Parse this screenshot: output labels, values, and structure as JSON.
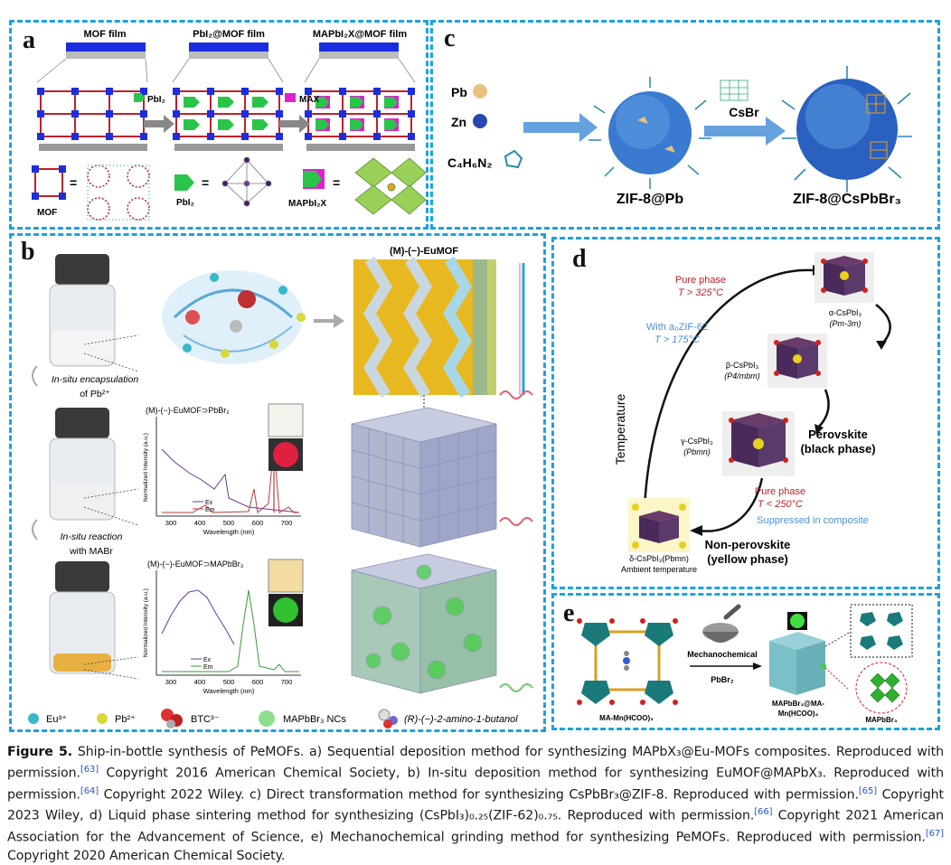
{
  "panel_a": {
    "label": "a",
    "films": [
      "MOF film",
      "PbI₂@MOF film",
      "MAPbI₂X@MOF film"
    ],
    "arrow1": "PbI₂",
    "arrow2": "MAX",
    "legend_mof": "MOF",
    "legend_pbi2": "PbI₂",
    "legend_mapbi2x": "MAPbI₂X",
    "equals": "="
  },
  "panel_b": {
    "label": "b",
    "step1": "In-situ encapsulation",
    "step1b": "of Pb²⁺",
    "step2": "In-situ reaction",
    "step2b": "with MABr",
    "eumof_title": "(M)-(−)-EuMOF",
    "spec1_title": "(M)-(−)-EuMOF⊃PbBr₂",
    "spec2_title": "(M)-(−)-EuMOF⊃MAPbBr₃",
    "ylabel": "Normalized Intensity (a.u.)",
    "xlabel": "Wavelength (nm)",
    "legend_ex": "Ex",
    "legend_em": "Em",
    "spec1_xticks": [
      "300",
      "400",
      "500",
      "600",
      "700"
    ],
    "spec2_xticks": [
      "300",
      "400",
      "500",
      "600",
      "700"
    ],
    "key": [
      "Eu³⁺",
      "Pb²⁺",
      "BTC³⁻",
      "MAPbBr₃ NCs",
      "(R)-(−)-2-amino-1-butanol"
    ]
  },
  "panel_c": {
    "label": "c",
    "pb": "Pb",
    "zn": "Zn",
    "ligand": "C₄H₆N₂",
    "reagent": "CsBr",
    "product1": "ZIF-8@Pb",
    "product2": "ZIF-8@CsPbBr₃"
  },
  "panel_d": {
    "label": "d",
    "yaxis": "Temperature",
    "pure_phase_top": "Pure phase",
    "t_top": "T > 325°C",
    "with_zif": "With a₀ZIF-62",
    "t_zif": "T > 175°C",
    "alpha": "α-CsPbI₃",
    "alpha_sg": "(Pm-3m)",
    "beta": "β-CsPbI₃",
    "beta_sg": "(P4/mbm)",
    "gamma": "γ-CsPbI₃",
    "gamma_sg": "(Pbmn)",
    "perovskite": "Perovskite",
    "black": "(black phase)",
    "pure_phase_bottom": "Pure phase",
    "t_bottom": "T < 250°C",
    "suppressed": "Suppressed in composite",
    "delta": "δ-CsPbI₃(Pbmn)",
    "ambient": "Ambient temperature",
    "nonperov": "Non-perovskite",
    "yellow": "(yellow phase)"
  },
  "panel_e": {
    "label": "e",
    "mech": "Mechanochemical",
    "reagent": "PbBr₂",
    "left_name": "MA-Mn(HCOO)₃",
    "product_line1": "MAPbBr₃@MA-",
    "product_line2": "Mn(HCOO)₃",
    "inset": "MAPbBr₃"
  },
  "caption": {
    "fig": "Figure 5.",
    "s1": " Ship-in-bottle synthesis of PeMOFs. a) Sequential deposition method for synthesizing MAPbX₃@Eu-MOFs composites. Reproduced with permission.",
    "r1": "[63]",
    "s2": " Copyright 2016 American Chemical Society, b) In-situ deposition method for synthesizing EuMOF@MAPbX₃. Reproduced with permission.",
    "r2": "[64]",
    "s3": " Copyright 2022 Wiley. c) Direct transformation method for synthesizing CsPbBr₃@ZIF-8. Reproduced with permission.",
    "r3": "[65]",
    "s4": " Copyright 2023 Wiley, d) Liquid phase sintering method for synthesizing (CsPbI₃)₀.₂₅(ZIF-62)₀.₇₅. Reproduced with permission.",
    "r4": "[66]",
    "s5": " Copyright 2021 American Association for the Advancement of Science, e) Mechanochemical grinding method for synthesizing PeMOFs. Reproduced with permission.",
    "r5": "[67]",
    "s6": " Copyright 2020 American Chemical Society."
  },
  "colors": {
    "border": "#1aa3e0",
    "accent_red": "#c0202a",
    "accent_blue": "#4a90d9",
    "mof_blue": "#1a2ee0",
    "pbi_green": "#2bc44a",
    "max_magenta": "#e020d0"
  }
}
